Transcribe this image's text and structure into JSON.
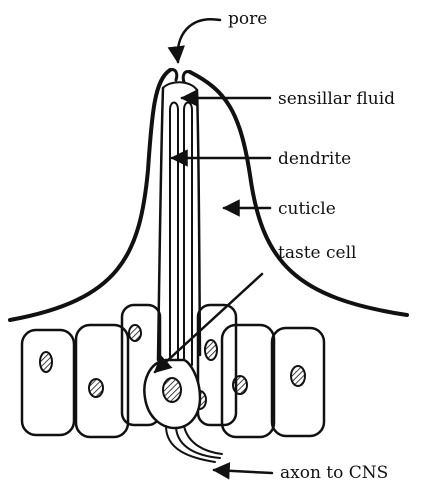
{
  "diagram": {
    "labels": {
      "pore": "pore",
      "sensillar_fluid": "sensillar fluid",
      "dendrite": "dendrite",
      "cuticle": "cuticle",
      "taste_cell": "taste cell",
      "axon": "axon to CNS"
    },
    "colors": {
      "ink": "#111111",
      "background": "#ffffff"
    }
  }
}
